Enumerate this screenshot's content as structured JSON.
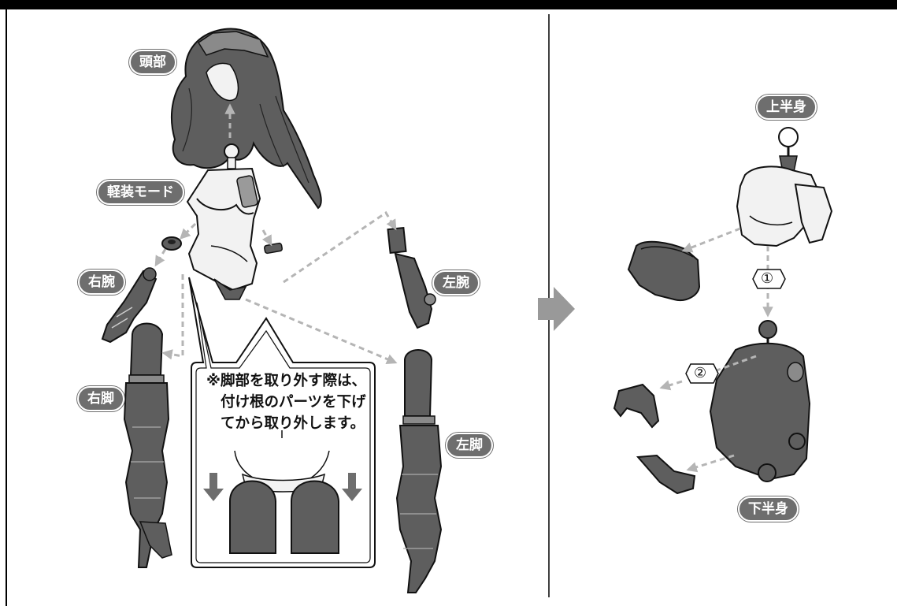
{
  "left_panel": {
    "labels": {
      "head": "頭部",
      "light_mode": "軽装モード",
      "right_arm": "右腕",
      "left_arm": "左腕",
      "right_leg": "右脚",
      "left_leg": "左脚"
    },
    "note_lines": [
      "※脚部を取り外す際は、",
      "付け根のパーツを下げ",
      "てから取り外します。"
    ]
  },
  "right_panel": {
    "labels": {
      "upper_body": "上半身",
      "lower_body": "下半身"
    },
    "steps": [
      "①",
      "②"
    ]
  },
  "colors": {
    "part_fill": "#5e5e5e",
    "light_fill": "#f2f2f2",
    "label_bg": "#6e6e6e",
    "arrow": "#b5b5b5",
    "flow_arrow": "#999999"
  }
}
